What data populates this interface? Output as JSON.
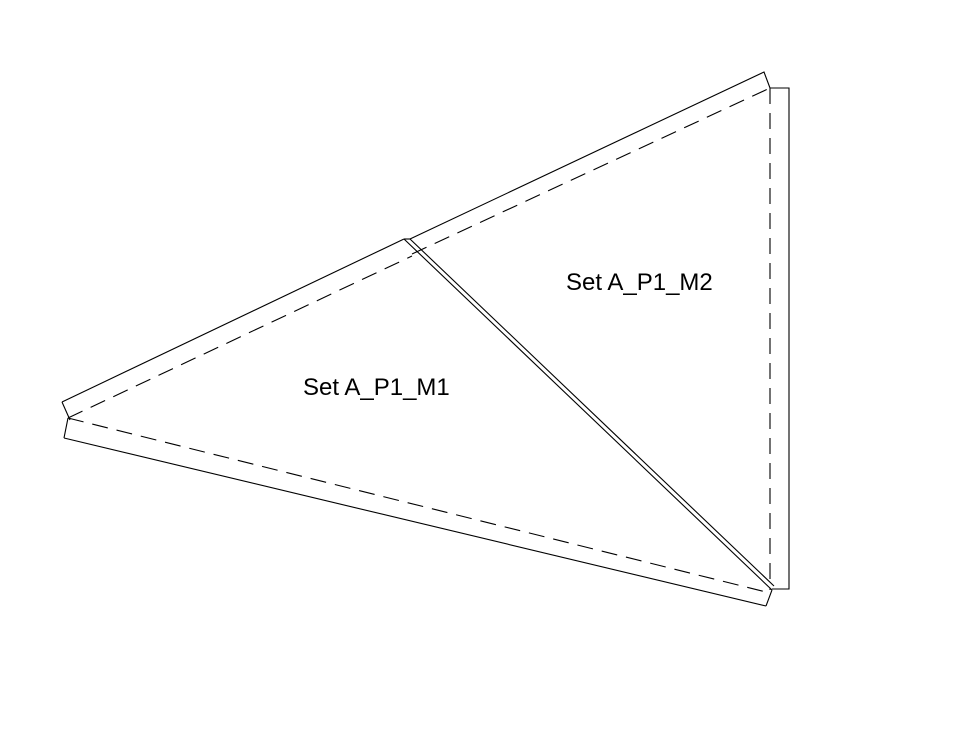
{
  "diagram": {
    "pieces": [
      {
        "id": "m1",
        "label": "Set A_P1_M1"
      },
      {
        "id": "m2",
        "label": "Set A_P1_M2"
      }
    ],
    "colors": {
      "background": "#ffffff",
      "line": "#000000"
    }
  }
}
